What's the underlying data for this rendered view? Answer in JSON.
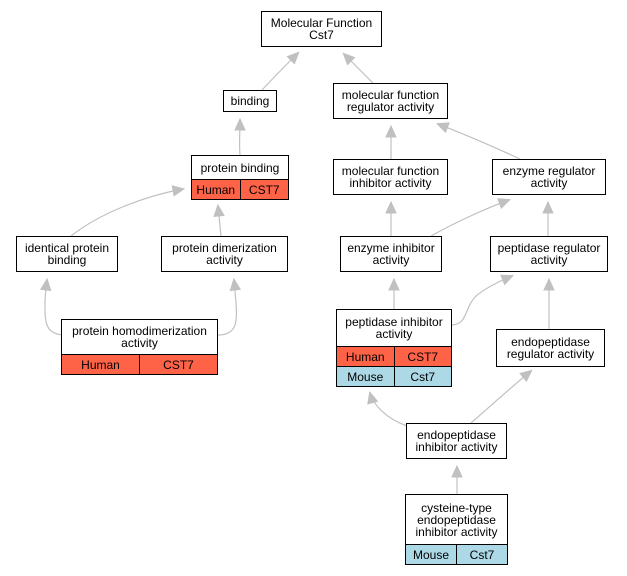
{
  "nodes": {
    "mf_root": {
      "lines": [
        "Molecular Function",
        "Cst7"
      ]
    },
    "binding": {
      "lines": [
        "binding"
      ]
    },
    "mf_regulator": {
      "lines": [
        "molecular function",
        "regulator activity"
      ]
    },
    "protein_binding": {
      "lines": [
        "protein binding"
      ],
      "annotations": [
        [
          "Human",
          "CST7"
        ]
      ]
    },
    "mf_inhibitor": {
      "lines": [
        "molecular function",
        "inhibitor activity"
      ]
    },
    "enzyme_regulator": {
      "lines": [
        "enzyme regulator",
        "activity"
      ]
    },
    "identical_protein_binding": {
      "lines": [
        "identical protein",
        "binding"
      ]
    },
    "protein_dimerization": {
      "lines": [
        "protein dimerization",
        "activity"
      ]
    },
    "enzyme_inhibitor": {
      "lines": [
        "enzyme inhibitor",
        "activity"
      ]
    },
    "peptidase_regulator": {
      "lines": [
        "peptidase regulator",
        "activity"
      ]
    },
    "protein_homodimerization": {
      "lines": [
        "protein homodimerization",
        "activity"
      ],
      "annotations": [
        [
          "Human",
          "CST7"
        ]
      ]
    },
    "peptidase_inhibitor": {
      "lines": [
        "peptidase inhibitor",
        "activity"
      ],
      "annotations": [
        [
          "Human",
          "CST7"
        ],
        [
          "Mouse",
          "Cst7"
        ]
      ]
    },
    "endopeptidase_regulator": {
      "lines": [
        "endopeptidase",
        "regulator activity"
      ]
    },
    "endopeptidase_inhibitor": {
      "lines": [
        "endopeptidase",
        "inhibitor activity"
      ]
    },
    "cysteine_endopeptidase_inhibitor": {
      "lines": [
        "cysteine-type",
        "endopeptidase",
        "inhibitor activity"
      ],
      "annotations": [
        [
          "Mouse",
          "Cst7"
        ]
      ]
    }
  },
  "edges": [
    [
      "binding",
      "mf_root"
    ],
    [
      "mf_regulator",
      "mf_root"
    ],
    [
      "protein_binding",
      "binding"
    ],
    [
      "mf_inhibitor",
      "mf_regulator"
    ],
    [
      "enzyme_regulator",
      "mf_regulator"
    ],
    [
      "identical_protein_binding",
      "protein_binding"
    ],
    [
      "protein_dimerization",
      "protein_binding"
    ],
    [
      "enzyme_inhibitor",
      "mf_inhibitor"
    ],
    [
      "enzyme_inhibitor",
      "enzyme_regulator"
    ],
    [
      "peptidase_regulator",
      "enzyme_regulator"
    ],
    [
      "protein_homodimerization",
      "identical_protein_binding"
    ],
    [
      "protein_homodimerization",
      "protein_dimerization"
    ],
    [
      "peptidase_inhibitor",
      "enzyme_inhibitor"
    ],
    [
      "peptidase_inhibitor",
      "peptidase_regulator"
    ],
    [
      "endopeptidase_regulator",
      "peptidase_regulator"
    ],
    [
      "endopeptidase_inhibitor",
      "peptidase_inhibitor"
    ],
    [
      "endopeptidase_inhibitor",
      "endopeptidase_regulator"
    ],
    [
      "cysteine_endopeptidase_inhibitor",
      "endopeptidase_inhibitor"
    ]
  ],
  "colors": {
    "human": "#ff6347",
    "mouse": "#add8e6",
    "edge": "#c0c0c0"
  }
}
